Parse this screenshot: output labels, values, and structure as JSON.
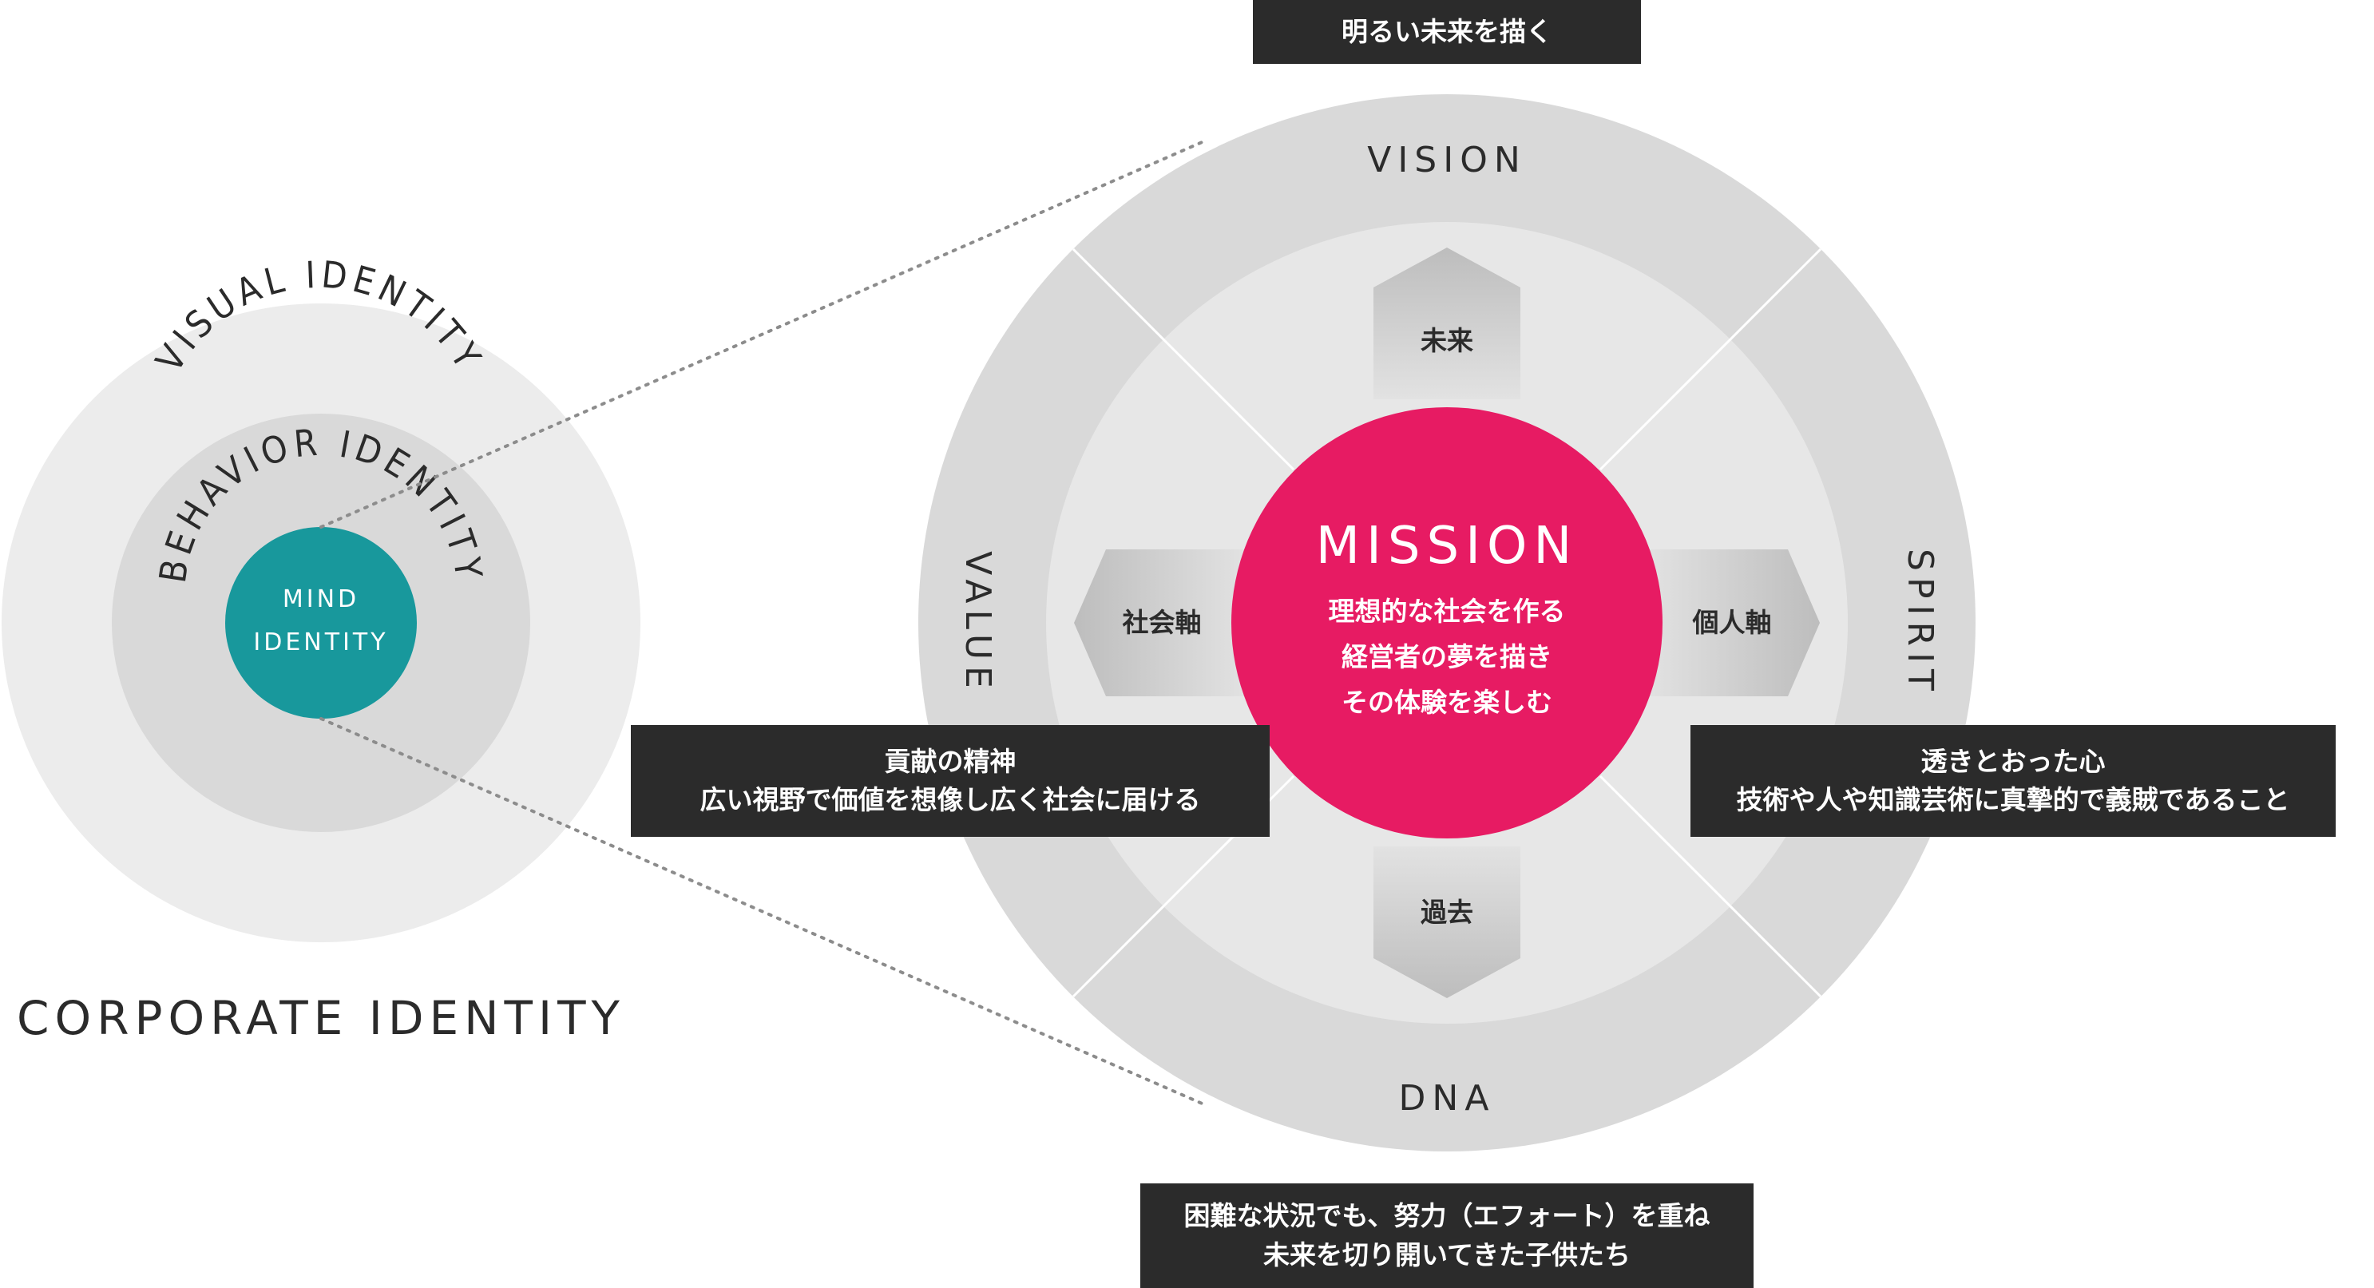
{
  "corporate_identity": {
    "visual_identity": "VISUAL IDENTITY",
    "behavior_identity": "BEHAVIOR IDENTITY",
    "mind_identity_line1": "MIND",
    "mind_identity_line2": "IDENTITY",
    "title": "CORPORATE IDENTITY"
  },
  "mind_identity_wheel": {
    "ring_labels": {
      "top": "VISION",
      "left": "VALUE",
      "right": "SPIRIT",
      "bottom": "DNA"
    },
    "mission": {
      "title": "MISSION",
      "lines": [
        "理想的な社会を作る",
        "経営者の夢を描き",
        "その体験を楽しむ"
      ]
    },
    "arrows": {
      "up": "未来",
      "left": "社会軸",
      "right": "個人軸",
      "down": "過去"
    },
    "callouts": {
      "top": [
        "明るい未来を描く"
      ],
      "left": [
        "貢献の精神",
        "広い視野で価値を想像し広く社会に届ける"
      ],
      "right": [
        "透きとおった心",
        "技術や人や知識芸術に真摯的で義賊であること"
      ],
      "bottom": [
        "困難な状況でも、努力（エフォート）を重ね",
        "未来を切り開いてきた子供たち"
      ]
    }
  },
  "colors": {
    "mission": "#e71b63",
    "mind": "#18989c",
    "dark_box": "#2b2b2b",
    "outer_ring": "#d9d9d9",
    "inner_disc": "#e7e7e7",
    "left_outer": "#ececec",
    "left_middle": "#d9d9d9"
  }
}
